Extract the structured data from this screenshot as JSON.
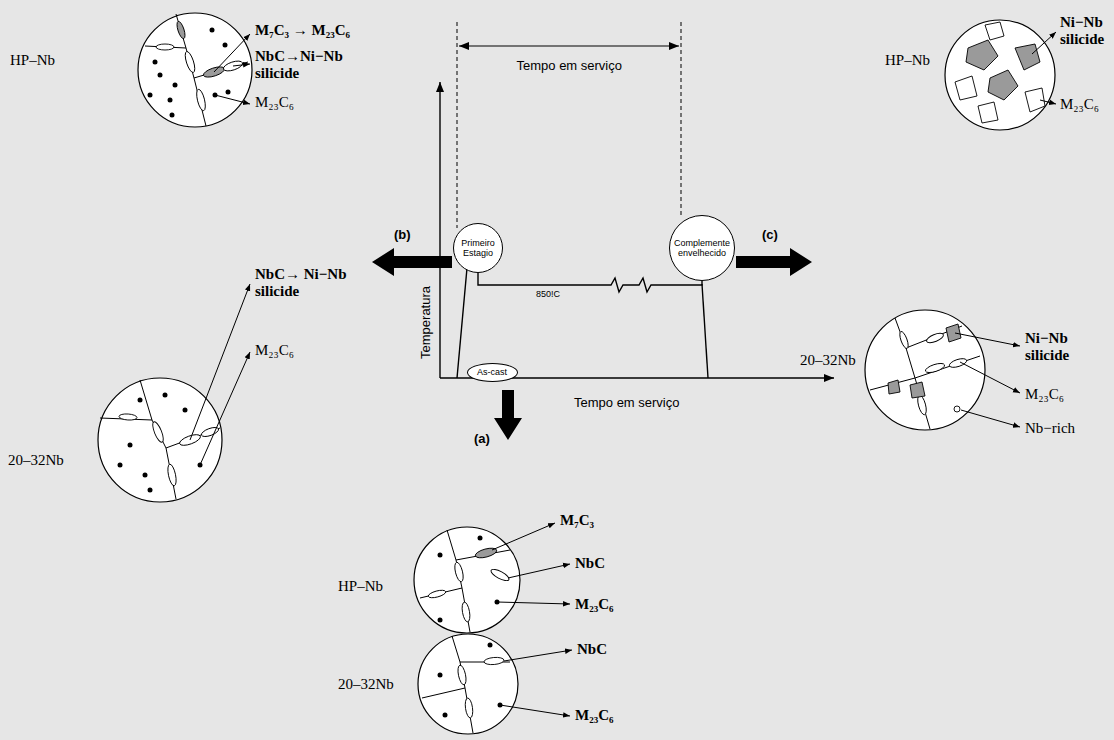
{
  "diagram": {
    "nodes": [
      {
        "text": [
          "Primeiro Estagio"
        ]
      },
      {
        "text": [
          "Complemente envelhecido"
        ]
      },
      {
        "text": [
          "As-cast"
        ]
      }
    ],
    "edges": [
      {
        "from": 0,
        "to": 1,
        "arrow": "none",
        "label": "850!C"
      }
    ],
    "labels": [
      "Tempo em serviço",
      "(b)",
      "(c)",
      "Temperatura",
      "Tempo em serviço",
      "(a)",
      "HP–Nb",
      "M₇C₃ → M₂₃C₆",
      "NbC→Ni−Nb silicide",
      "M₂₃C₆",
      "20–32Nb",
      "NbC→ Ni−Nb silicide",
      "M₂₃C₆",
      "HP–Nb",
      "Ni−Nb silicide",
      "M₂₃C₆",
      "20–32Nb",
      "Ni−Nb silicide",
      "M₂₃C₆",
      "Nb−rich",
      "HP–Nb",
      "M₇C₃",
      "NbC",
      "M₂₃C₆",
      "20–32Nb",
      "NbC",
      "M₂₃C₆"
    ]
  }
}
